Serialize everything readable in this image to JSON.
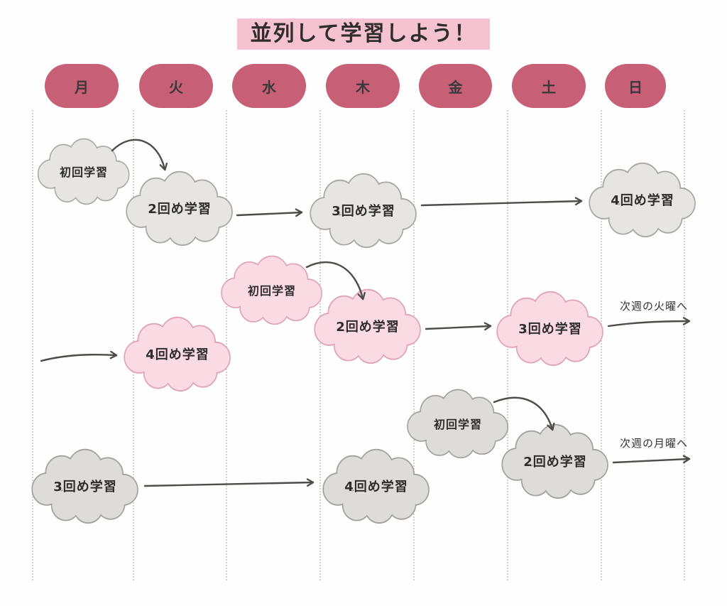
{
  "title": "並列して学習しよう！",
  "days": [
    "月",
    "火",
    "水",
    "木",
    "金",
    "土",
    "日"
  ],
  "clouds": [
    {
      "label": "初回学習",
      "variant": "gray"
    },
    {
      "label": "2回め学習",
      "variant": "gray"
    },
    {
      "label": "3回め学習",
      "variant": "gray"
    },
    {
      "label": "4回め学習",
      "variant": "gray"
    },
    {
      "label": "初回学習",
      "variant": "pink"
    },
    {
      "label": "2回め学習",
      "variant": "pink"
    },
    {
      "label": "3回め学習",
      "variant": "pink"
    },
    {
      "label": "4回め学習",
      "variant": "pink"
    },
    {
      "label": "初回学習",
      "variant": "gray"
    },
    {
      "label": "2回め学習",
      "variant": "gray"
    },
    {
      "label": "3回め学習",
      "variant": "gray"
    },
    {
      "label": "4回め学習",
      "variant": "gray"
    }
  ],
  "annotations": {
    "next_tuesday": "次週の火曜へ",
    "next_monday": "次週の月曜へ"
  },
  "colors": {
    "day_pill": "#c75f76",
    "title_bg": "#f4c3cf",
    "cloud_gray_fill": "#e7e5e2",
    "cloud_gray_border": "#a9a6a2",
    "cloud_pink_fill": "#fadbe4",
    "cloud_pink_border": "#dfa3b4",
    "arrow": "#4e4c49",
    "grid_line": "#d3d1ce"
  }
}
